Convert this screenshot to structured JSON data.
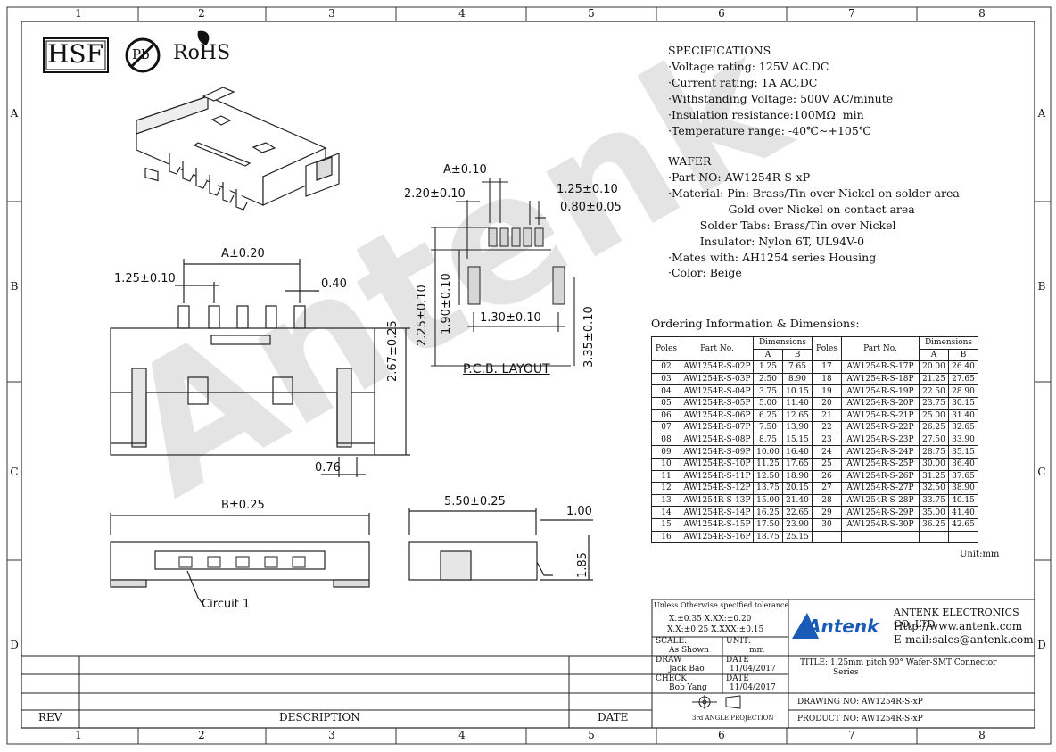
{
  "border": {
    "cols": [
      "1",
      "2",
      "3",
      "4",
      "5",
      "6",
      "7",
      "8"
    ],
    "rows": [
      "A",
      "B",
      "C",
      "D"
    ]
  },
  "certs": {
    "hsf": "HSF",
    "pb": "Pb",
    "rohs": "RoHS"
  },
  "watermark": "Antenk",
  "specifications": {
    "title": "SPECIFICATIONS",
    "items": [
      "·Voltage rating: 125V AC.DC",
      "·Current rating: 1A AC,DC",
      "·Withstanding Voltage: 500V AC/minute",
      "·Insulation resistance:100MΩ  min",
      "·Temperature range: -40℃~+105℃"
    ]
  },
  "wafer": {
    "title": "WAFER",
    "lines": [
      "·Part NO: AW1254R-S-xP",
      "·Material: Pin: Brass/Tin over Nickel on solder area",
      "                 Gold over Nickel on contact area",
      "         Solder Tabs: Brass/Tin over Nickel",
      "         Insulator: Nylon 6T, UL94V-0",
      "·Mates with: AH1254 series Housing",
      "·Color: Beige"
    ]
  },
  "ordering": {
    "title": "Ordering Information & Dimensions:",
    "header_poles": "Poles",
    "header_part": "Part No.",
    "header_dims": "Dimensions",
    "header_a": "A",
    "header_b": "B",
    "unit": "Unit:mm",
    "rows": [
      [
        "02",
        "AW1254R-S-02P",
        "1.25",
        "7.65",
        "17",
        "AW1254R-S-17P",
        "20.00",
        "26.40"
      ],
      [
        "03",
        "AW1254R-S-03P",
        "2.50",
        "8.90",
        "18",
        "AW1254R-S-18P",
        "21.25",
        "27.65"
      ],
      [
        "04",
        "AW1254R-S-04P",
        "3.75",
        "10.15",
        "19",
        "AW1254R-S-19P",
        "22.50",
        "28.90"
      ],
      [
        "05",
        "AW1254R-S-05P",
        "5.00",
        "11.40",
        "20",
        "AW1254R-S-20P",
        "23.75",
        "30.15"
      ],
      [
        "06",
        "AW1254R-S-06P",
        "6.25",
        "12.65",
        "21",
        "AW1254R-S-21P",
        "25.00",
        "31.40"
      ],
      [
        "07",
        "AW1254R-S-07P",
        "7.50",
        "13.90",
        "22",
        "AW1254R-S-22P",
        "26.25",
        "32.65"
      ],
      [
        "08",
        "AW1254R-S-08P",
        "8.75",
        "15.15",
        "23",
        "AW1254R-S-23P",
        "27.50",
        "33.90"
      ],
      [
        "09",
        "AW1254R-S-09P",
        "10.00",
        "16.40",
        "24",
        "AW1254R-S-24P",
        "28.75",
        "35.15"
      ],
      [
        "10",
        "AW1254R-S-10P",
        "11.25",
        "17.65",
        "25",
        "AW1254R-S-25P",
        "30.00",
        "36.40"
      ],
      [
        "11",
        "AW1254R-S-11P",
        "12.50",
        "18.90",
        "26",
        "AW1254R-S-26P",
        "31.25",
        "37.65"
      ],
      [
        "12",
        "AW1254R-S-12P",
        "13.75",
        "20.15",
        "27",
        "AW1254R-S-27P",
        "32.50",
        "38.90"
      ],
      [
        "13",
        "AW1254R-S-13P",
        "15.00",
        "21.40",
        "28",
        "AW1254R-S-28P",
        "33.75",
        "40.15"
      ],
      [
        "14",
        "AW1254R-S-14P",
        "16.25",
        "22.65",
        "29",
        "AW1254R-S-29P",
        "35.00",
        "41.40"
      ],
      [
        "15",
        "AW1254R-S-15P",
        "17.50",
        "23.90",
        "30",
        "AW1254R-S-30P",
        "36.25",
        "42.65"
      ],
      [
        "16",
        "AW1254R-S-16P",
        "18.75",
        "25.15",
        "",
        "",
        "",
        ""
      ]
    ]
  },
  "dims": {
    "a_020": "A±0.20",
    "p125": "1.25±0.10",
    "d040": "0.40",
    "d267": "2.67±0.25",
    "d076": "0.76",
    "b025": "B±0.25",
    "circuit": "Circuit 1",
    "d550": "5.50±0.25",
    "d100": "1.00",
    "d185": "1.85",
    "a010": "A±0.10",
    "d220": "2.20±0.10",
    "d125b": "1.25±0.10",
    "d080": "0.80±0.05",
    "d225": "2.25±0.10",
    "d190": "1.90±0.10",
    "d130": "1.30±0.10",
    "d335": "3.35±0.10",
    "pcb": "P.C.B. LAYOUT"
  },
  "title_block": {
    "tol_title": "Unless Otherwise specified tolerance",
    "tol_1": "X.±0.35   X.XX:±0.20",
    "tol_2": "X.X:±0.25 X.XXX:±0.15",
    "scale_label": "SCALE:",
    "scale_value": "As Shown",
    "unit_label": "UNIT:",
    "unit_value": "mm",
    "draw_label": "DRAW",
    "draw_name": "Jack Bao",
    "date_label": "DATE",
    "draw_date": "11/04/2017",
    "check_label": "CHECK",
    "check_name": "Bob Yang",
    "check_date": "11/04/2017",
    "projection": "3rd ANGLE PROJECTION",
    "logo": "Antenk",
    "company": "ANTENK ELECTRONICS CO,.LTD",
    "http": "Http://www.antenk.com",
    "email": "E-mail:sales@antenk.com",
    "title": "TITLE: 1.25mm pitch 90° Wafer-SMT Connector",
    "title2": "Series",
    "drawing_no": "DRAWING NO: AW1254R-S-xP",
    "product_no": "PRODUCT NO: AW1254R-S-xP",
    "rev": "REV",
    "description": "DESCRIPTION",
    "date": "DATE"
  }
}
